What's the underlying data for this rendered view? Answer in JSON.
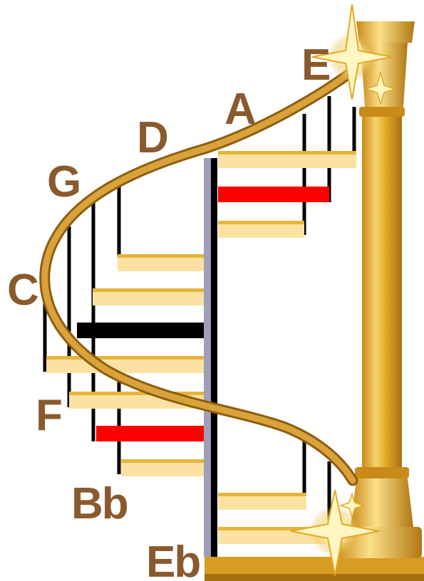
{
  "notes": {
    "e": "E",
    "a": "A",
    "d": "D",
    "g": "G",
    "c": "C",
    "f": "F",
    "bb": "Bb",
    "eb": "Eb"
  },
  "colors": {
    "label": "#8a5a2e",
    "gold": "#e3a928",
    "gold_dark": "#b07812",
    "step_light": "#fbe2a2",
    "step_edge": "#e5b43a",
    "step_red": "#ff0000",
    "step_black": "#000000",
    "rail": "#b9851f",
    "post": "#9fa0b8",
    "sparkle": "#fff6c2"
  },
  "icons": {
    "top_sparkle": "sparkle-icon",
    "bottom_sparkle": "sparkle-icon"
  }
}
